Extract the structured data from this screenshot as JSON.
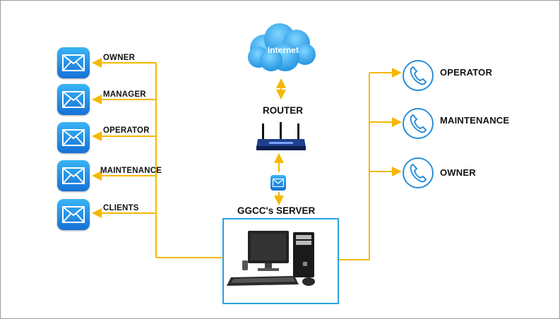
{
  "router": {
    "label": "ROUTER"
  },
  "cloud": {
    "label": "Internet"
  },
  "server": {
    "label": "GGCC's SERVER"
  },
  "email_recipients": [
    {
      "label": "OWNER"
    },
    {
      "label": "MANAGER"
    },
    {
      "label": "OPERATOR"
    },
    {
      "label": "MAINTENANCE"
    },
    {
      "label": "CLIENTS"
    }
  ],
  "phone_recipients": [
    {
      "label": "OPERATOR"
    },
    {
      "label": "MAINTENANCE"
    },
    {
      "label": "OWNER"
    }
  ],
  "colors": {
    "connector": "#f5b800",
    "mail_icon": "#1e8ee8",
    "phone_icon": "#2b8fd9",
    "server_border": "#2aa3e0"
  }
}
